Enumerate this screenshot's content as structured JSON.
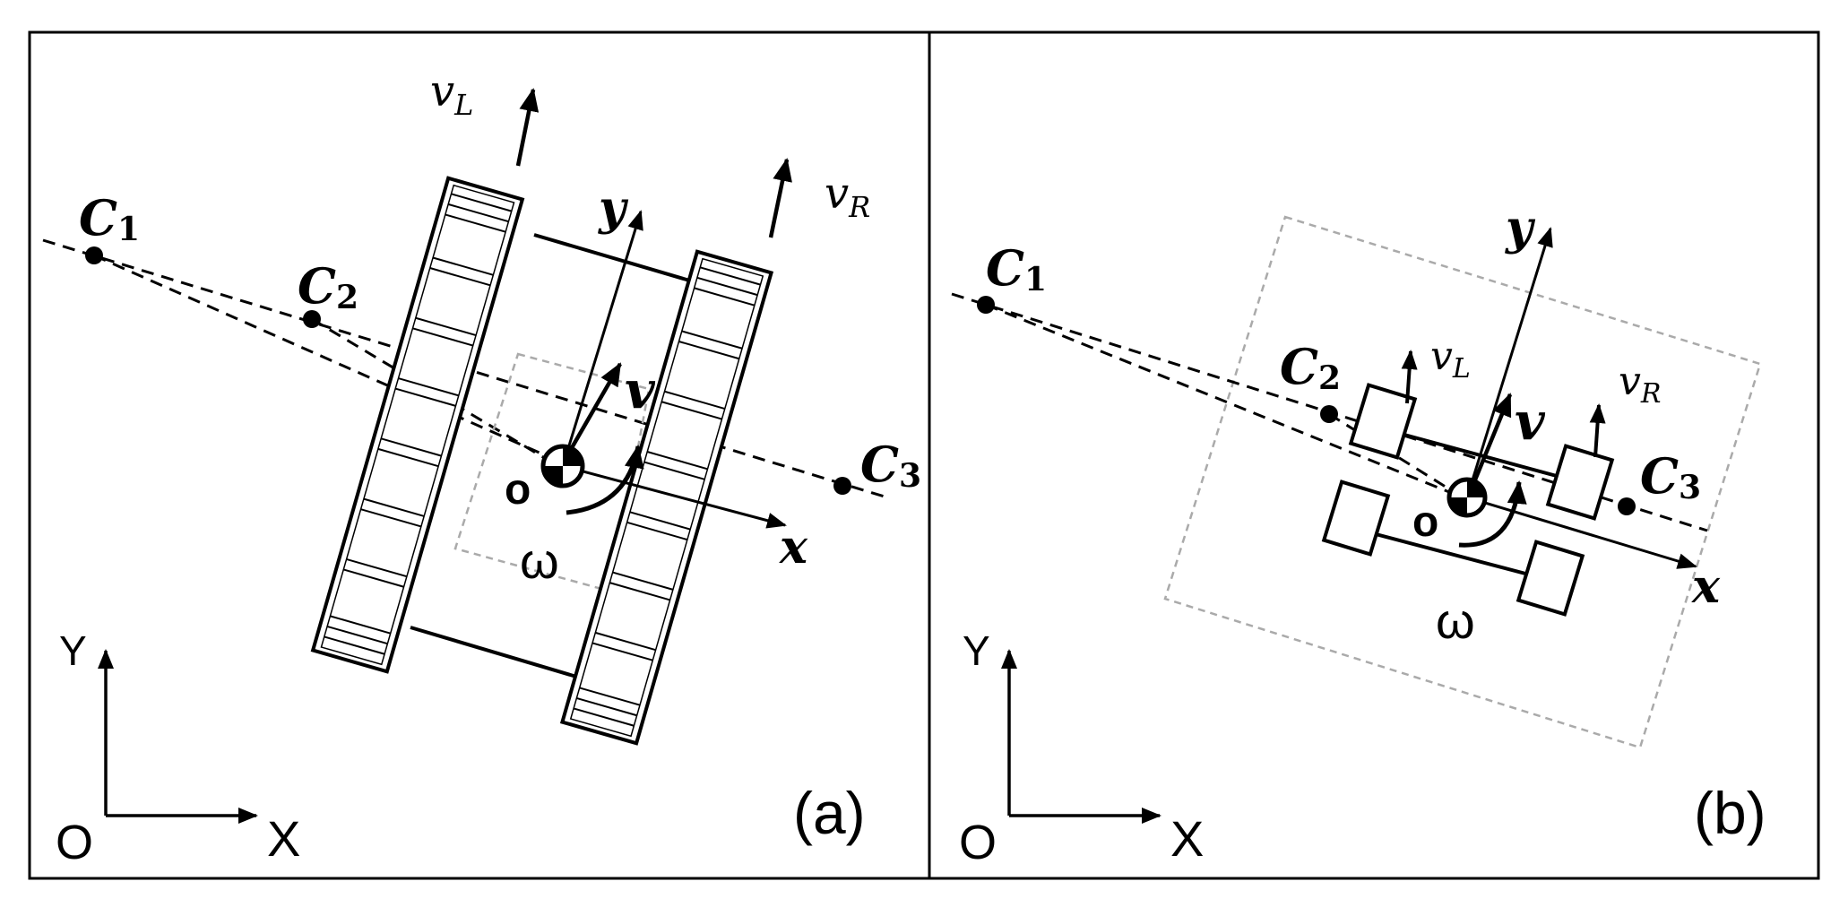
{
  "colors": {
    "stroke": "#000000",
    "guide": "#999999",
    "background": "#ffffff"
  },
  "panel_a": {
    "tag": "(a)",
    "c1": "C",
    "c1_sub": "1",
    "c2": "C",
    "c2_sub": "2",
    "c3": "C",
    "c3_sub": "3",
    "vl": "v",
    "vl_sub": "L",
    "vr": "v",
    "vr_sub": "R",
    "v": "v",
    "omega": "ω",
    "origin_local": "o",
    "x_local": "x",
    "y_local": "y",
    "X": "X",
    "Y": "Y",
    "O": "O"
  },
  "panel_b": {
    "tag": "(b)",
    "c1": "C",
    "c1_sub": "1",
    "c2": "C",
    "c2_sub": "2",
    "c3": "C",
    "c3_sub": "3",
    "vl": "v",
    "vl_sub": "L",
    "vr": "v",
    "vr_sub": "R",
    "v": "v",
    "omega": "ω",
    "origin_local": "o",
    "x_local": "x",
    "y_local": "y",
    "X": "X",
    "Y": "Y",
    "O": "O"
  }
}
